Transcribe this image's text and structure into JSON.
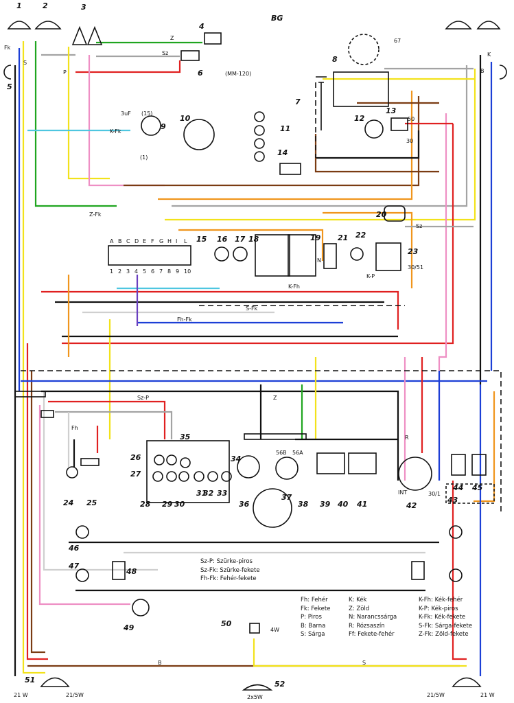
{
  "header": {
    "mark": "BG"
  },
  "legend_top": [
    "Sz-P: Szürke-piros",
    "Sz-Fk: Szürke-fekete",
    "Fh-Fk: Fehér-fekete"
  ],
  "legend_col1": [
    "Fh: Fehér",
    "Fk: Fekete",
    "P: Piros",
    "B: Barna",
    "S: Sárga"
  ],
  "legend_col2": [
    "K: Kék",
    "Z: Zöld",
    "N: Narancssárga",
    "R: Rózsaszín",
    "Ff: Fekete-fehér"
  ],
  "legend_col3": [
    "K-Fh: Kék-fehér",
    "K-P: Kék-piros",
    "K-Fk: Kék-fekete",
    "S-Fk: Sárga-fekete",
    "Z-Fk: Zöld-fekete"
  ],
  "component_numbers": [
    "1",
    "2",
    "3",
    "4",
    "5",
    "6",
    "7",
    "8",
    "9",
    "10",
    "11",
    "12",
    "13",
    "14",
    "15",
    "16",
    "17",
    "18",
    "19",
    "20",
    "21",
    "22",
    "23",
    "24",
    "25",
    "26",
    "27",
    "28",
    "29",
    "30",
    "31",
    "32",
    "33",
    "34",
    "35",
    "36",
    "37",
    "38",
    "39",
    "40",
    "41",
    "42",
    "43",
    "44",
    "45",
    "46",
    "47",
    "48",
    "49",
    "50",
    "51",
    "52"
  ],
  "annotations": {
    "mm120": "(MM-120)",
    "cap": "3uF",
    "t15": "(15)",
    "t1": "(1)",
    "fuse_letters": [
      "A",
      "B",
      "C",
      "D",
      "E",
      "F",
      "G",
      "H",
      "I",
      "L"
    ],
    "fuse_numbers": [
      "1",
      "2",
      "3",
      "4",
      "5",
      "6",
      "7",
      "8",
      "9",
      "10"
    ],
    "w4": "4W",
    "w21": "21 W",
    "w215": "21/5W",
    "w215b": "21/5W",
    "w21b": "21 W",
    "w2x5": "2x5W",
    "t50": "50",
    "t30": "30",
    "t67": "67",
    "t3051": "30/51",
    "int": "INT",
    "t301": "30/1",
    "t56b": "56B",
    "t56a": "56A"
  },
  "wire_colors": {
    "S": "#f2e21a",
    "K": "#1c3fd6",
    "P": "#e02020",
    "Z": "#1fa51f",
    "B": "#7a3b12",
    "N": "#f0951c",
    "R": "#ee8fc4",
    "Sz": "#a3a3a3",
    "Fk": "#111111",
    "Fh": "#cfcfcf",
    "KFk": "#4ec6e0",
    "V": "#6a3fc0"
  },
  "wire_labels": [
    "Z",
    "Sz",
    "P",
    "Fk",
    "S",
    "K",
    "B",
    "N",
    "R",
    "Fh",
    "K-Fk",
    "Z-Fk",
    "Sz-P",
    "Fh-Fk",
    "S-Fk",
    "K-Fh",
    "K-P",
    "Sz",
    "Z",
    "B",
    "S"
  ]
}
